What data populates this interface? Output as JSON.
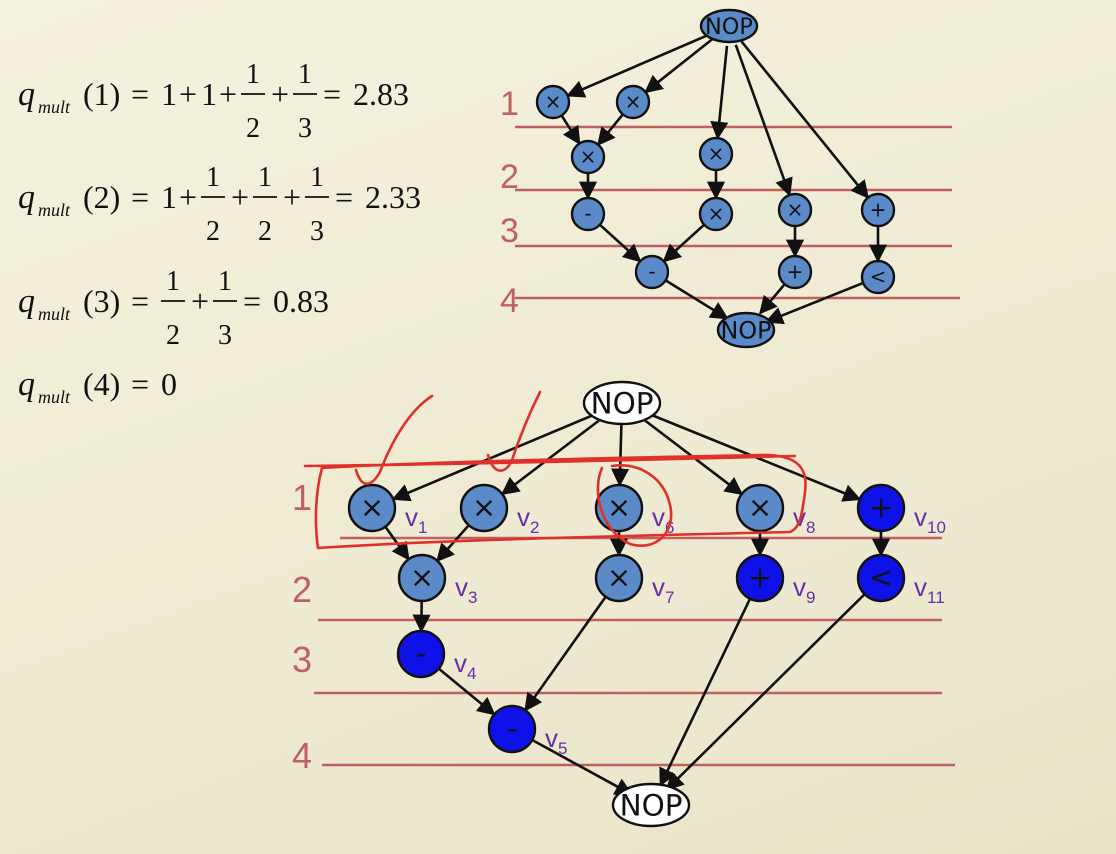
{
  "formulas": [
    {
      "arg": "1",
      "terms": [
        "1",
        "+",
        "1",
        "+",
        {
          "num": "1",
          "den": "2"
        },
        "+",
        {
          "num": "1",
          "den": "3"
        }
      ],
      "result": "2.83"
    },
    {
      "arg": "2",
      "terms": [
        "1",
        "+",
        {
          "num": "1",
          "den": "2"
        },
        "+",
        {
          "num": "1",
          "den": "2"
        },
        "+",
        {
          "num": "1",
          "den": "3"
        }
      ],
      "result": "2.33"
    },
    {
      "arg": "3",
      "terms": [
        {
          "num": "1",
          "den": "2"
        },
        "+",
        {
          "num": "1",
          "den": "3"
        }
      ],
      "result": "0.83"
    },
    {
      "arg": "4",
      "terms": [],
      "result": "0"
    }
  ],
  "formula_symbol": "q",
  "formula_subscript": "mult",
  "colors": {
    "light_node": "#5b8ac9",
    "dark_node": "#0e12e8",
    "step_line": "#c0605e",
    "label": "#6a2ea8",
    "annotation": "#e0302a"
  },
  "top_graph": {
    "step_labels": [
      "1",
      "2",
      "3",
      "4"
    ],
    "source": "NOP",
    "sink": "NOP",
    "nodes": [
      {
        "id": "a1",
        "op": "×"
      },
      {
        "id": "a2",
        "op": "×"
      },
      {
        "id": "a3",
        "op": "×"
      },
      {
        "id": "a4",
        "op": "-"
      },
      {
        "id": "a5",
        "op": "-"
      },
      {
        "id": "a6",
        "op": "×"
      },
      {
        "id": "a7",
        "op": "×"
      },
      {
        "id": "a8",
        "op": "×"
      },
      {
        "id": "a9",
        "op": "+"
      },
      {
        "id": "a10",
        "op": "+"
      },
      {
        "id": "a11",
        "op": "<"
      }
    ]
  },
  "bottom_graph": {
    "step_labels": [
      "1",
      "2",
      "3",
      "4"
    ],
    "source": "NOP",
    "sink": "NOP",
    "nodes": [
      {
        "id": "v1",
        "op": "×",
        "label": "v",
        "sub": "1",
        "kind": "light"
      },
      {
        "id": "v2",
        "op": "×",
        "label": "v",
        "sub": "2",
        "kind": "light"
      },
      {
        "id": "v6",
        "op": "×",
        "label": "v",
        "sub": "6",
        "kind": "light"
      },
      {
        "id": "v8",
        "op": "×",
        "label": "v",
        "sub": "8",
        "kind": "light"
      },
      {
        "id": "v10",
        "op": "+",
        "label": "v",
        "sub": "10",
        "kind": "dark"
      },
      {
        "id": "v3",
        "op": "×",
        "label": "v",
        "sub": "3",
        "kind": "light"
      },
      {
        "id": "v7",
        "op": "×",
        "label": "v",
        "sub": "7",
        "kind": "light"
      },
      {
        "id": "v9",
        "op": "+",
        "label": "v",
        "sub": "9",
        "kind": "dark"
      },
      {
        "id": "v11",
        "op": "<",
        "label": "v",
        "sub": "11",
        "kind": "dark"
      },
      {
        "id": "v4",
        "op": "-",
        "label": "v",
        "sub": "4",
        "kind": "dark"
      },
      {
        "id": "v5",
        "op": "-",
        "label": "v",
        "sub": "5",
        "kind": "dark"
      }
    ]
  }
}
